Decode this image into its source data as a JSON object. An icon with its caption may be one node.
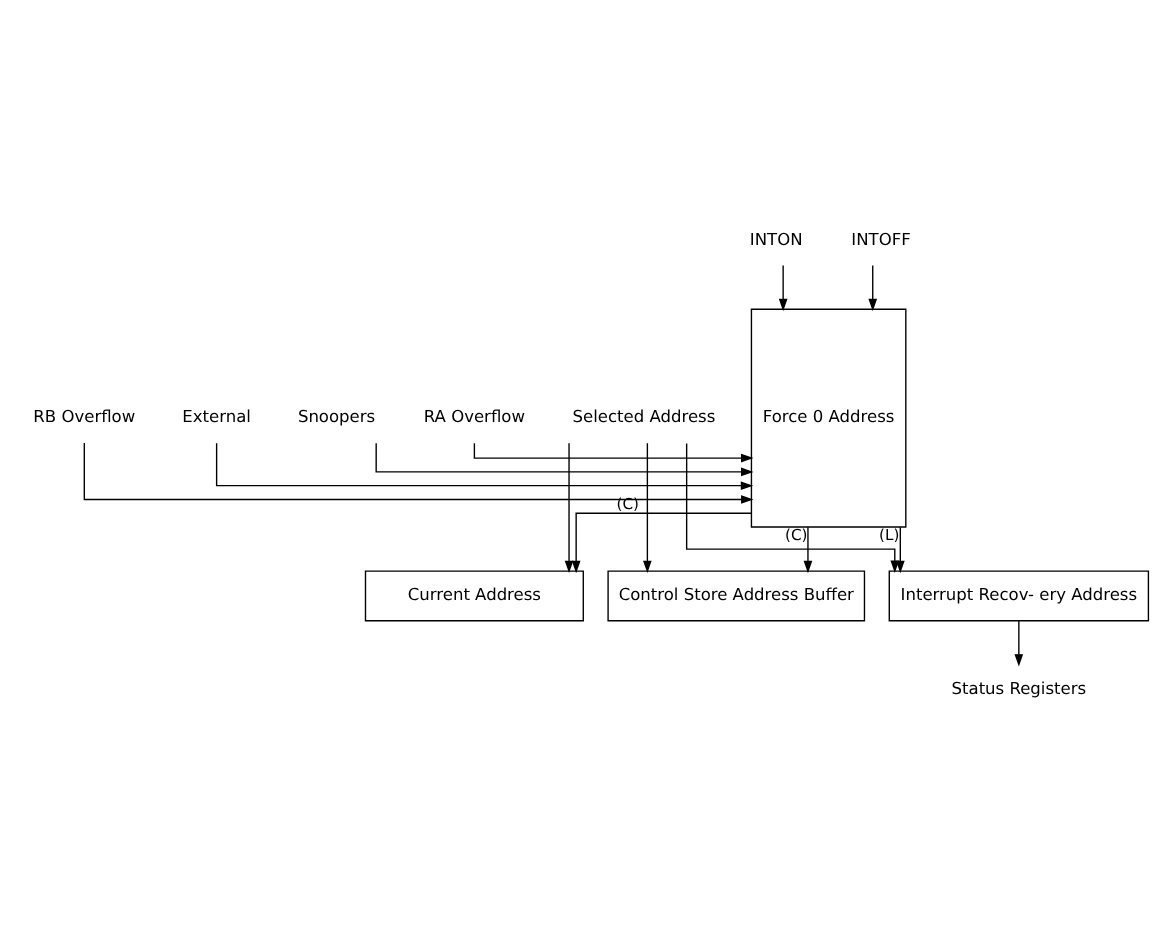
{
  "diagram": {
    "nodes": [
      {
        "text": [
          "INTON"
        ]
      },
      {
        "text": [
          "INTOFF"
        ]
      },
      {
        "text": [
          "External"
        ]
      },
      {
        "text": [
          "Snoopers"
        ]
      },
      {
        "text": [
          "RA Overflow"
        ]
      },
      {
        "text": [
          "RB Overflow"
        ]
      },
      {
        "text": [
          "Force 0 Address"
        ]
      },
      {
        "text": [
          "Current Address"
        ]
      },
      {
        "text": [
          "Selected Address"
        ]
      },
      {
        "text": [
          "Control Store Address Buffer"
        ]
      },
      {
        "text": [
          "Interrupt Recov- ery Address"
        ]
      },
      {
        "text": [
          "Status Registers"
        ]
      }
    ],
    "edges": [
      {
        "from": 0,
        "to": 6,
        "arrow": "to"
      },
      {
        "from": 1,
        "to": 6,
        "arrow": "to"
      },
      {
        "from": 2,
        "to": 6,
        "arrow": "to"
      },
      {
        "from": 3,
        "to": 6,
        "arrow": "to"
      },
      {
        "from": 4,
        "to": 6,
        "arrow": "to"
      },
      {
        "from": 5,
        "to": 6,
        "arrow": "to"
      },
      {
        "from": 6,
        "to": 7,
        "arrow": "to",
        "label": "(C)"
      },
      {
        "from": 6,
        "to": 9,
        "arrow": "to",
        "label": "(C)"
      },
      {
        "from": 6,
        "to": 10,
        "arrow": "to",
        "label": "(L)"
      },
      {
        "from": 8,
        "to": 7,
        "arrow": "to"
      },
      {
        "from": 8,
        "to": 9,
        "arrow": "to"
      },
      {
        "from": 8,
        "to": 10,
        "arrow": "to"
      },
      {
        "from": 10,
        "to": 11,
        "arrow": "to"
      }
    ]
  }
}
